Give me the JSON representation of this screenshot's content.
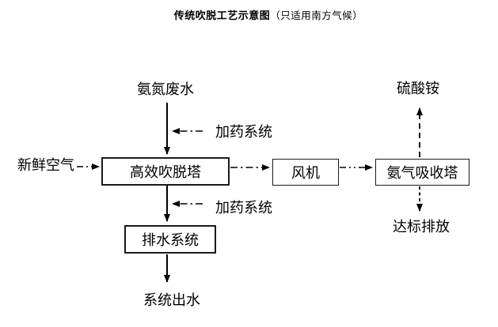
{
  "title": {
    "main": "传统吹脱工艺示意图",
    "note": "（只适用南方气候）"
  },
  "labels": {
    "influent": "氨氮废水",
    "dosing_upper": "加药系统",
    "fresh_air": "新鲜空气",
    "dosing_lower": "加药系统",
    "ammonium_sulfate": "硫酸铵",
    "discharge": "达标排放",
    "effluent": "系统出水"
  },
  "nodes": {
    "stripping_tower": "高效吹脱塔",
    "fan": "风机",
    "absorption_tower": "氨气吸收塔",
    "drainage_system": "排水系统"
  },
  "colors": {
    "ink": "#000000",
    "background": "#ffffff"
  }
}
